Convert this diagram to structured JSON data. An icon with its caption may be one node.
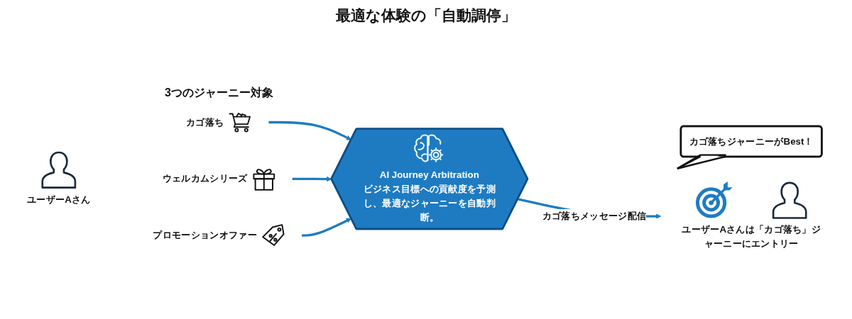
{
  "diagram": {
    "title": "最適な体験の「自動調停」",
    "nodes": [
      {
        "text": [
          "ユーザーAさん"
        ]
      },
      {
        "text": [
          "カゴ落ち"
        ]
      },
      {
        "text": [
          "ウェルカムシリーズ"
        ]
      },
      {
        "text": [
          "プロモーションオファー"
        ]
      },
      {
        "text": [
          "AI Journey Arbitration",
          "ビジネス目標への貢献度を予測し、最適なジャーニーを自動判断。"
        ]
      },
      {
        "text": [
          "カゴ落ちジャーニーがBest！"
        ]
      },
      {
        "text": [
          "ユーザーAさんは「カゴ落ち」ジャーニーにエントリー"
        ]
      }
    ],
    "edges": [
      {
        "from": 1,
        "to": 4,
        "arrow": "to"
      },
      {
        "from": 2,
        "to": 4,
        "arrow": "to"
      },
      {
        "from": 3,
        "to": 4,
        "arrow": "to"
      },
      {
        "from": 4,
        "to": 6,
        "arrow": "to",
        "label": "カゴ落ちメッセージ配信"
      }
    ],
    "labels": [
      "3つのジャーニー対象"
    ]
  }
}
